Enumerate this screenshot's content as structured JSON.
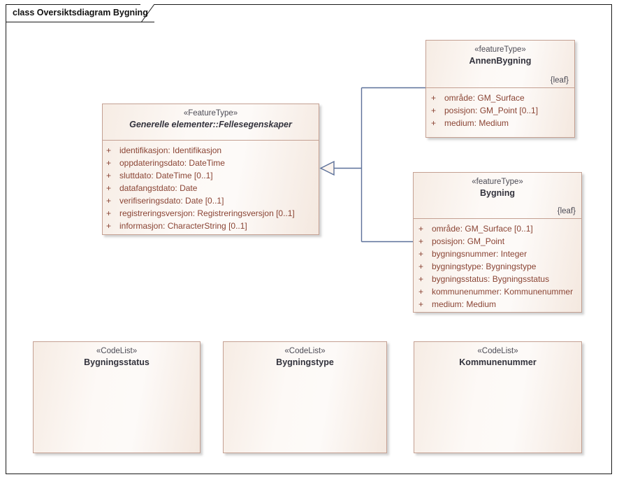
{
  "diagram": {
    "tab_label": "class Oversiktsdiagram Bygning",
    "frame_color": "#1a1a1a",
    "box_border_color": "#c4a092",
    "connector_color": "#5c7099",
    "attribute_text_color": "#8a4434",
    "class_name_color": "#32323c",
    "stereotype_color": "#4c4b55"
  },
  "classes": {
    "annenbygning": {
      "stereotype": "«featureType»",
      "name": "AnnenBygning",
      "leaf": "{leaf}",
      "attributes": [
        {
          "visibility": "+",
          "signature": "område: GM_Surface"
        },
        {
          "visibility": "+",
          "signature": "posisjon: GM_Point [0..1]"
        },
        {
          "visibility": "+",
          "signature": "medium: Medium"
        }
      ]
    },
    "fellesegenskaper": {
      "stereotype": "«FeatureType»",
      "name": "Generelle elementer::Fellesegenskaper",
      "leaf": "",
      "attributes": [
        {
          "visibility": "+",
          "signature": "identifikasjon: Identifikasjon"
        },
        {
          "visibility": "+",
          "signature": "oppdateringsdato: DateTime"
        },
        {
          "visibility": "+",
          "signature": "sluttdato: DateTime [0..1]"
        },
        {
          "visibility": "+",
          "signature": "datafangstdato: Date"
        },
        {
          "visibility": "+",
          "signature": "verifiseringsdato: Date [0..1]"
        },
        {
          "visibility": "+",
          "signature": "registreringsversjon: Registreringsversjon [0..1]"
        },
        {
          "visibility": "+",
          "signature": "informasjon: CharacterString [0..1]"
        }
      ]
    },
    "bygning": {
      "stereotype": "«featureType»",
      "name": "Bygning",
      "leaf": "{leaf}",
      "attributes": [
        {
          "visibility": "+",
          "signature": "område: GM_Surface [0..1]"
        },
        {
          "visibility": "+",
          "signature": "posisjon: GM_Point"
        },
        {
          "visibility": "+",
          "signature": "bygningsnummer: Integer"
        },
        {
          "visibility": "+",
          "signature": "bygningstype: Bygningstype"
        },
        {
          "visibility": "+",
          "signature": "bygningsstatus: Bygningsstatus"
        },
        {
          "visibility": "+",
          "signature": "kommunenummer: Kommunenummer"
        },
        {
          "visibility": "+",
          "signature": "medium: Medium"
        }
      ]
    },
    "bygningsstatus": {
      "stereotype": "«CodeList»",
      "name": "Bygningsstatus",
      "attributes": []
    },
    "bygningstype": {
      "stereotype": "«CodeList»",
      "name": "Bygningstype",
      "attributes": []
    },
    "kommunenummer": {
      "stereotype": "«CodeList»",
      "name": "Kommunenummer",
      "attributes": []
    }
  },
  "relationships": [
    {
      "type": "generalization",
      "from": "AnnenBygning",
      "to": "Generelle elementer::Fellesegenskaper"
    },
    {
      "type": "generalization",
      "from": "Bygning",
      "to": "Generelle elementer::Fellesegenskaper"
    }
  ]
}
